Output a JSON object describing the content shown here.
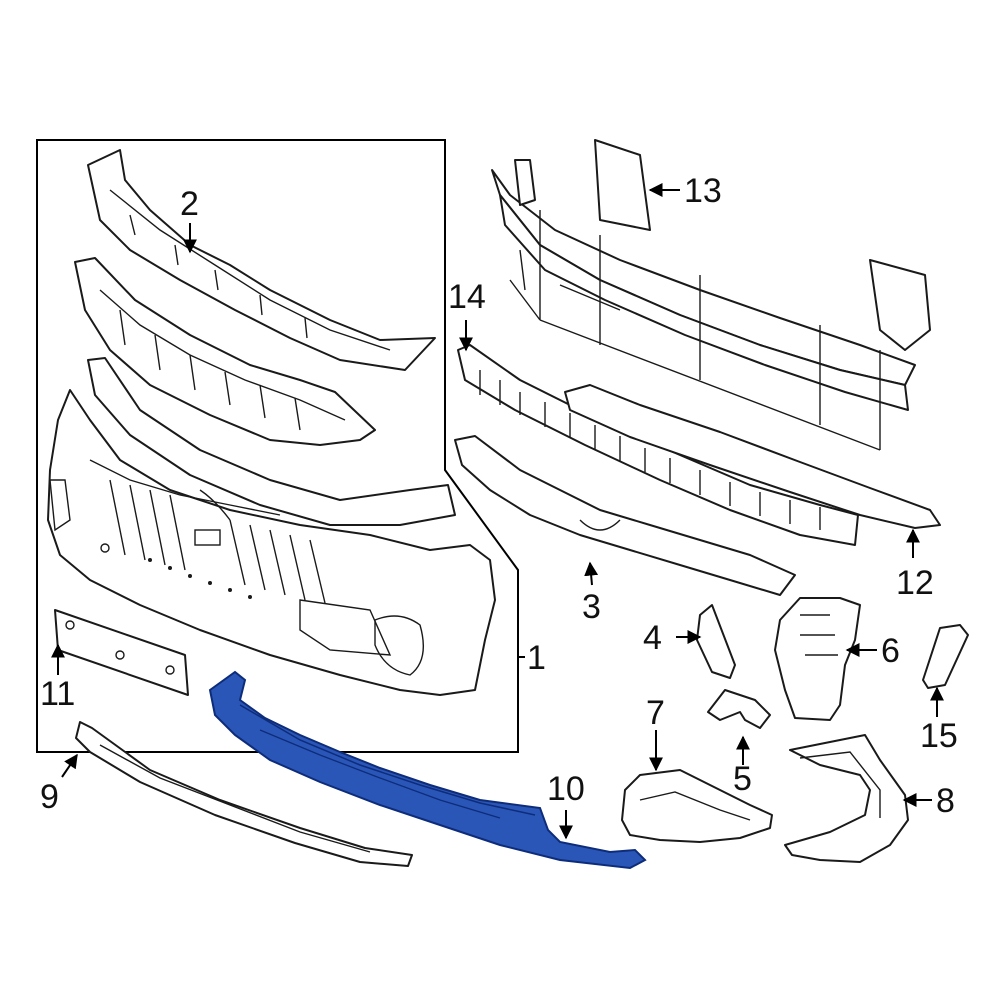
{
  "diagram": {
    "highlight_color": "#2a56b8",
    "highlighted_part": "10",
    "callouts": [
      {
        "id": "c1",
        "label": "1"
      },
      {
        "id": "c2",
        "label": "2"
      },
      {
        "id": "c3",
        "label": "3"
      },
      {
        "id": "c4",
        "label": "4"
      },
      {
        "id": "c5",
        "label": "5"
      },
      {
        "id": "c6",
        "label": "6"
      },
      {
        "id": "c7",
        "label": "7"
      },
      {
        "id": "c8",
        "label": "8"
      },
      {
        "id": "c9",
        "label": "9"
      },
      {
        "id": "c10",
        "label": "10"
      },
      {
        "id": "c11",
        "label": "11"
      },
      {
        "id": "c12",
        "label": "12"
      },
      {
        "id": "c13",
        "label": "13"
      },
      {
        "id": "c14",
        "label": "14"
      },
      {
        "id": "c15",
        "label": "15"
      }
    ]
  }
}
